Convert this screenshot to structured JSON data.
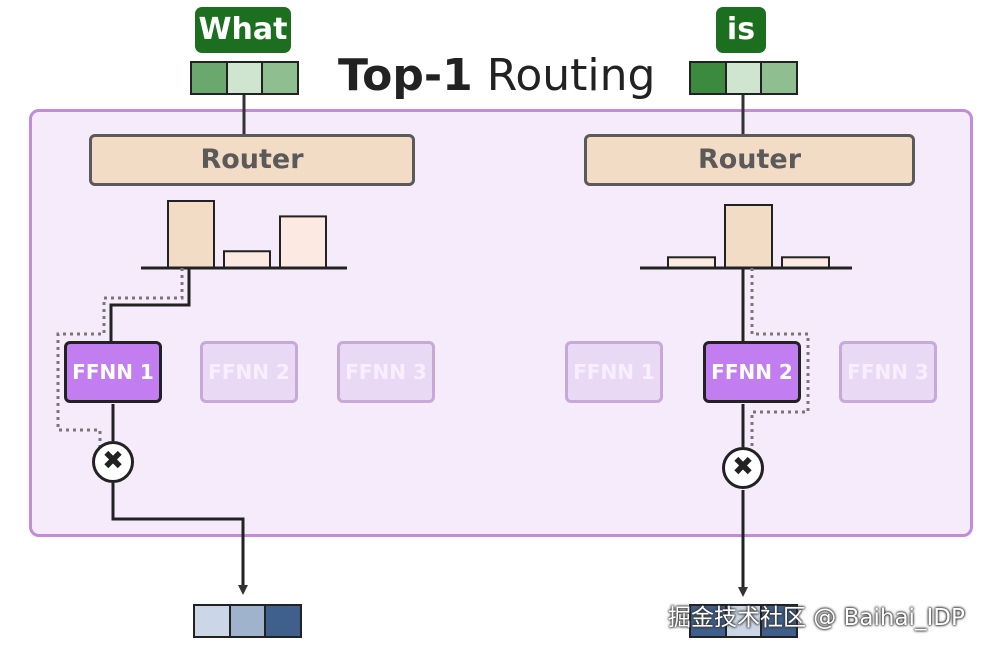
{
  "title": {
    "bold": "Top-1",
    "regular": "Routing"
  },
  "colors": {
    "token_label_bg": "#1c6f1f",
    "panel_bg": "#f5ebfa",
    "panel_border": "#c48bdc",
    "router_bg": "#f3dcc6",
    "ffnn_active": "#c27df0",
    "ffnn_inactive": "#ead9f5"
  },
  "left": {
    "token": "What",
    "input_vector": [
      "#6aa86d",
      "#cfe5cf",
      "#8fbf91"
    ],
    "router_label": "Router",
    "router_probs": [
      1.0,
      0.25,
      0.77
    ],
    "experts": [
      "FFNN 1",
      "FFNN 2",
      "FFNN 3"
    ],
    "selected_expert": 0,
    "multiply_symbol": "✖",
    "output_vector": [
      "#cbd7e6",
      "#9fb3cc",
      "#3f5f8c"
    ]
  },
  "right": {
    "token": "is",
    "input_vector": [
      "#3c8a3e",
      "#cfe5cf",
      "#8fbf91"
    ],
    "router_label": "Router",
    "router_probs": [
      0.17,
      1.0,
      0.17
    ],
    "experts": [
      "FFNN 1",
      "FFNN 2",
      "FFNN 3"
    ],
    "selected_expert": 1,
    "multiply_symbol": "✖",
    "output_vector": [
      "#3f5f8c",
      "#cbd7e6",
      "#3f5f8c"
    ]
  },
  "watermark": "掘金技术社区 @ Baihai_IDP"
}
